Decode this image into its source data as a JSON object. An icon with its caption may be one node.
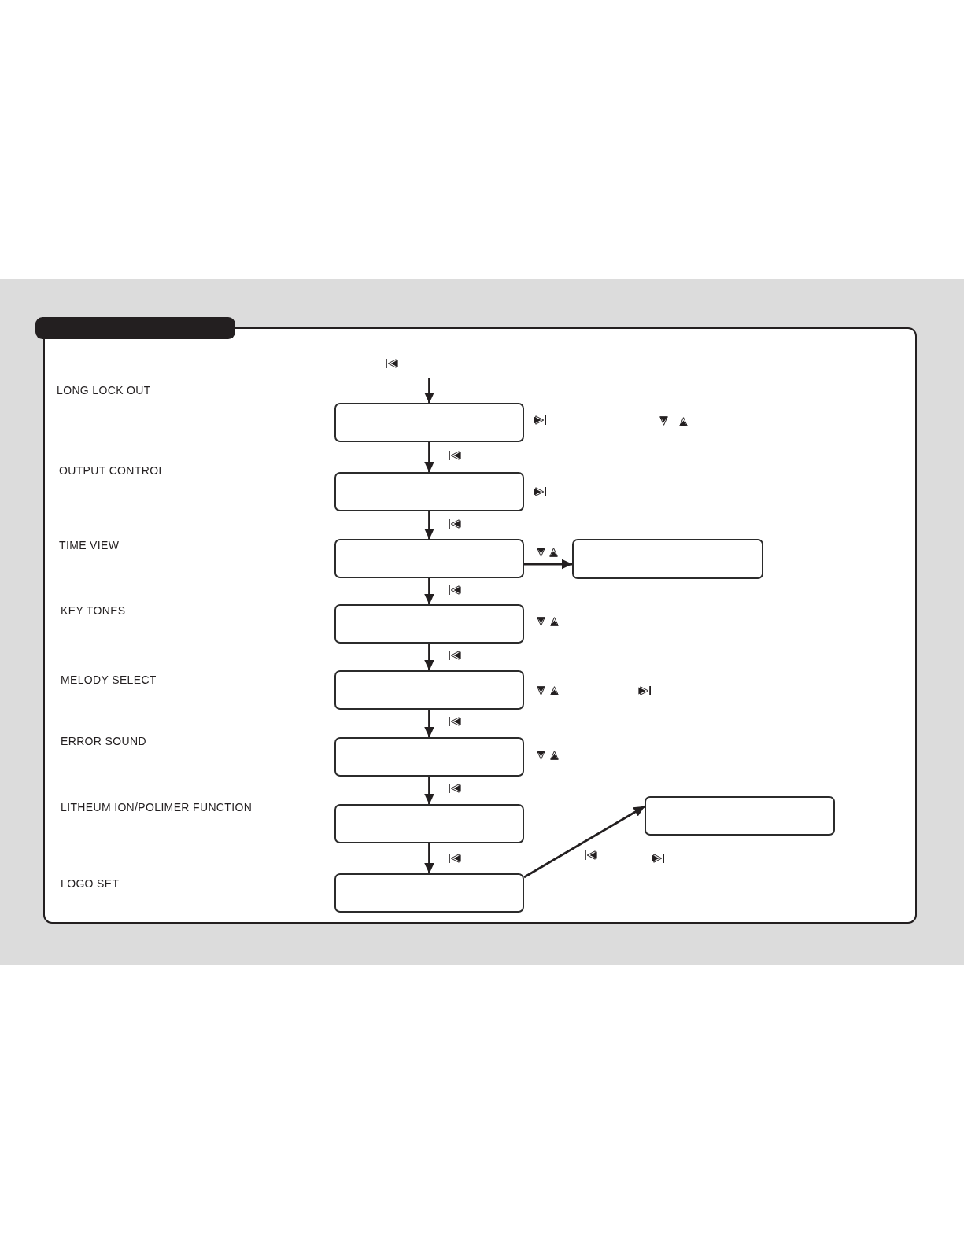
{
  "diagram": {
    "nodes": [
      {
        "text": [],
        "shape": "box"
      },
      {
        "text": [],
        "shape": "box"
      },
      {
        "text": [],
        "shape": "box"
      },
      {
        "text": [],
        "shape": "box"
      },
      {
        "text": [],
        "shape": "box"
      },
      {
        "text": [],
        "shape": "box"
      },
      {
        "text": [],
        "shape": "box"
      },
      {
        "text": [],
        "shape": "box"
      },
      {
        "text": [],
        "shape": "box"
      },
      {
        "text": [],
        "shape": "box"
      }
    ],
    "edges": [
      {
        "from": null,
        "to": 0,
        "arrow": "to"
      },
      {
        "from": 0,
        "to": 1,
        "arrow": "to"
      },
      {
        "from": 1,
        "to": 2,
        "arrow": "to"
      },
      {
        "from": 2,
        "to": 3,
        "arrow": "to"
      },
      {
        "from": 2,
        "to": 4,
        "arrow": "to"
      },
      {
        "from": 4,
        "to": 5,
        "arrow": "to"
      },
      {
        "from": 5,
        "to": 6,
        "arrow": "to"
      },
      {
        "from": 6,
        "to": 7,
        "arrow": "to"
      },
      {
        "from": 7,
        "to": 9,
        "arrow": "to"
      },
      {
        "from": 9,
        "to": 8,
        "arrow": "to"
      }
    ],
    "labels": [
      "LONG LOCK OUT",
      "OUTPUT CONTROL",
      "TIME VIEW",
      "KEY TONES",
      "MELODY SELECT",
      "ERROR SOUND",
      "LITHEUM ION/POLIMER FUNCTION",
      "LOGO SET"
    ]
  }
}
